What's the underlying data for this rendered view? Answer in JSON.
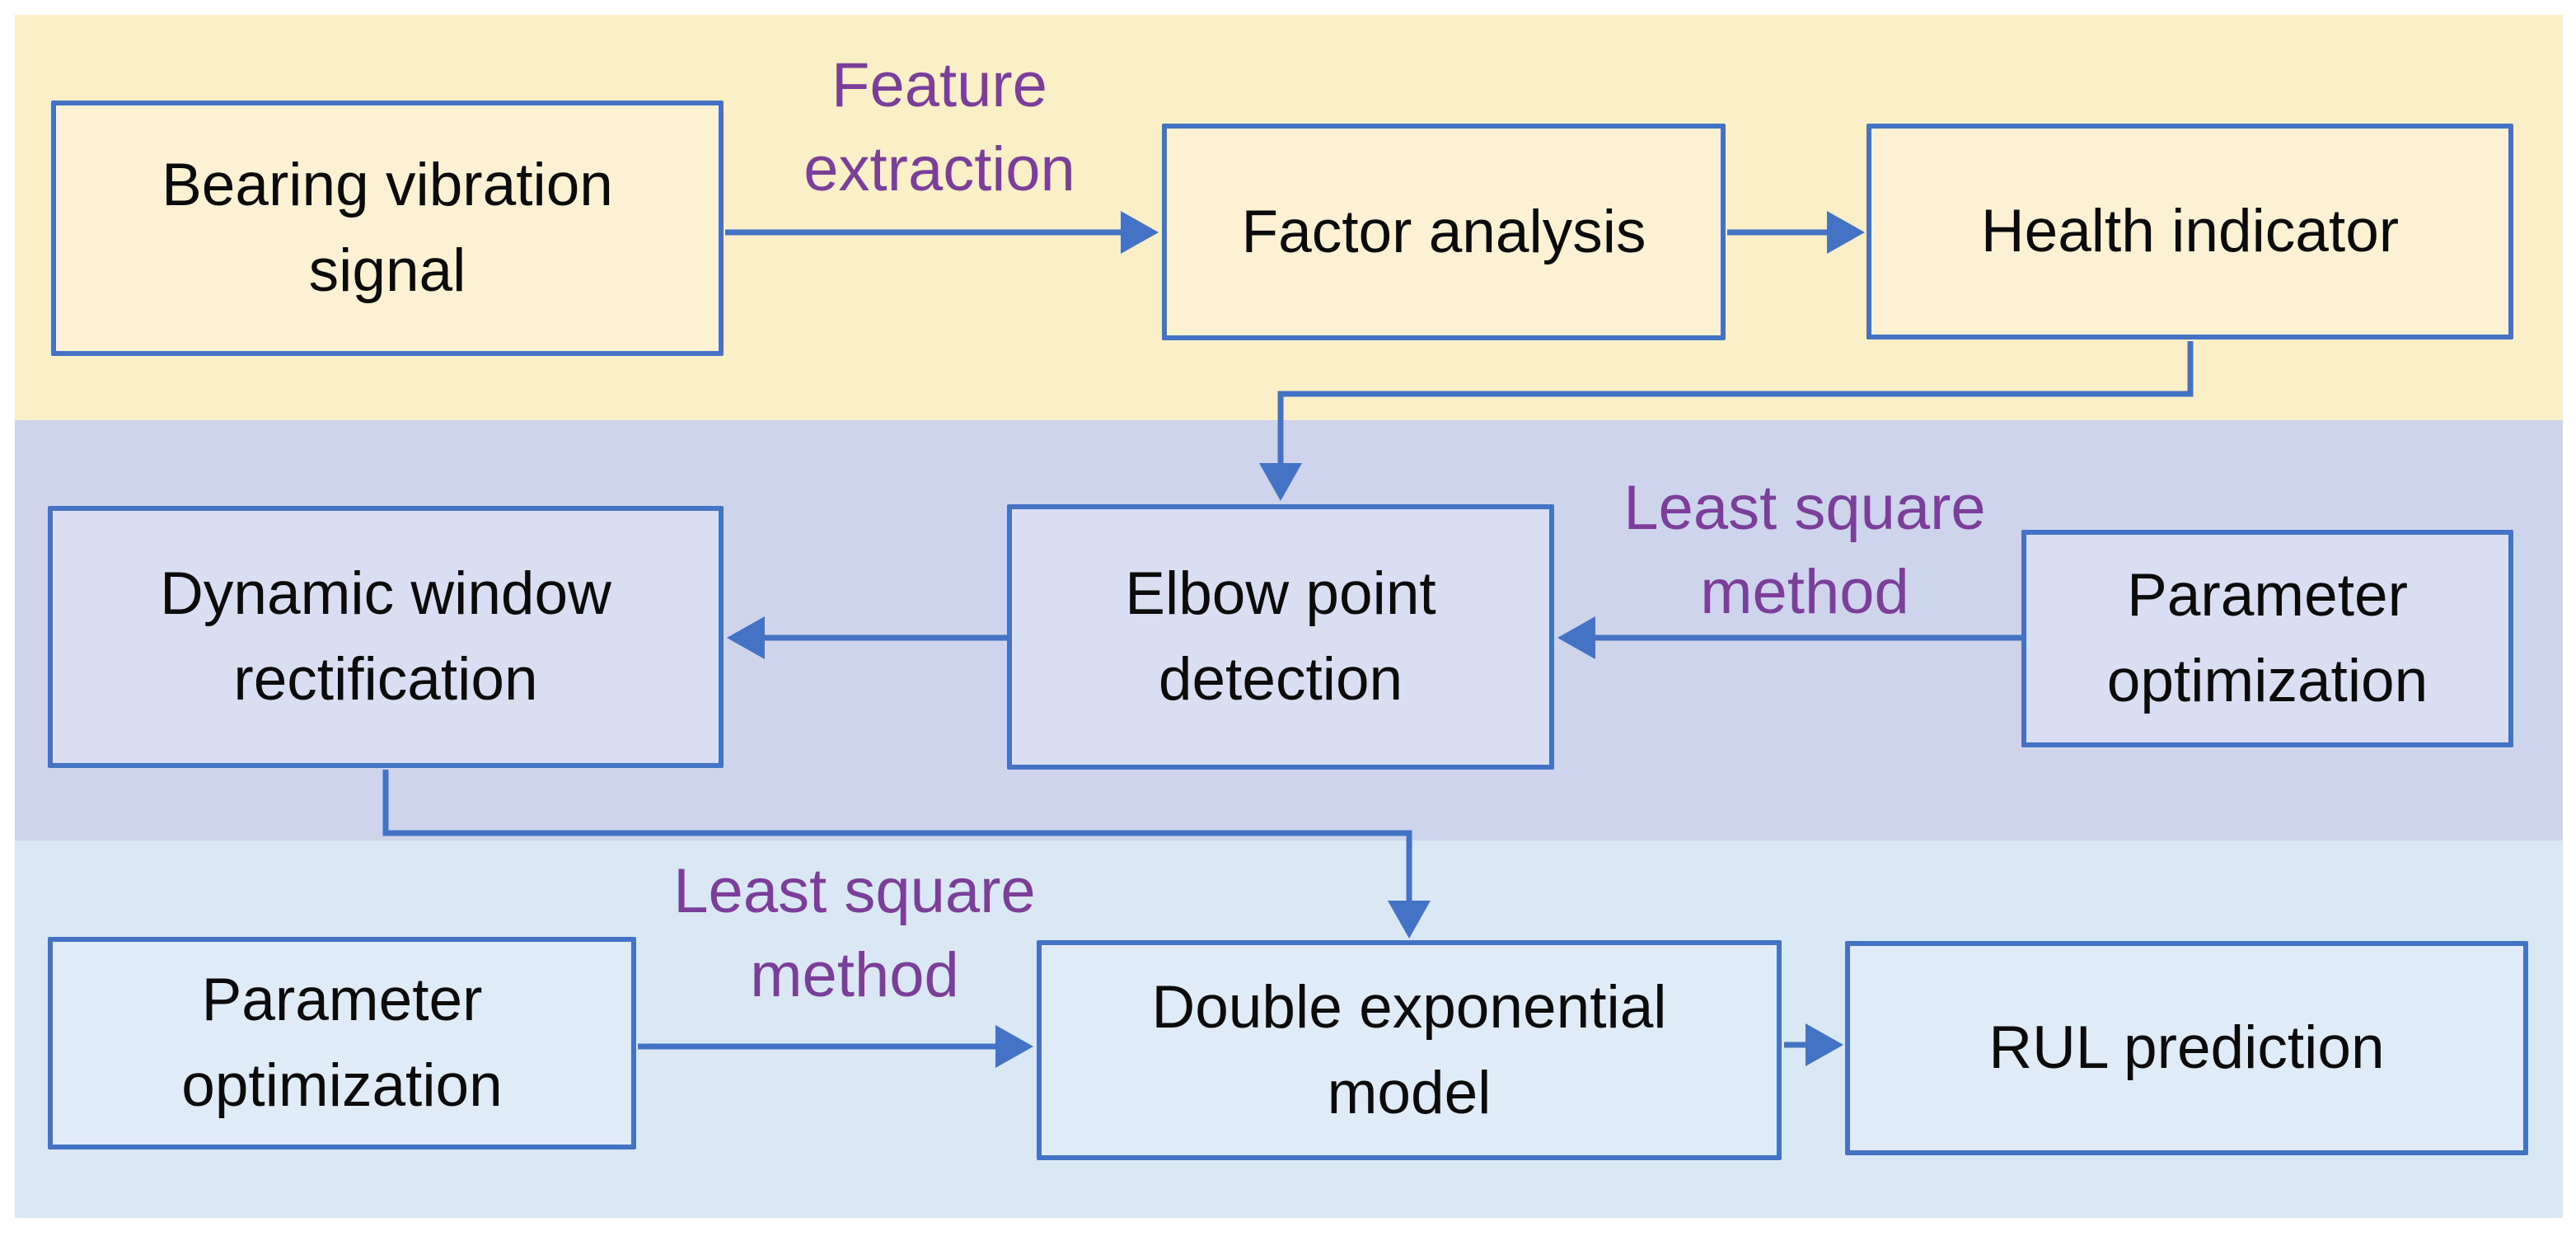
{
  "figure": {
    "type": "flowchart",
    "description_visible_text_only": true
  },
  "colors": {
    "accent_blue": "#4472c4",
    "annotation_purple": "#7c3f99",
    "band_top": "#fbefc8",
    "band_middle": "#cdd4ec",
    "band_bottom": "#dae7f5",
    "node_fill_top": "#fcf2d3",
    "node_fill_middle": "#d9def2",
    "node_fill_bottom": "#e0ebf8",
    "text_black": "#0b0b0b"
  },
  "nodes": {
    "bearing": {
      "lines": [
        "Bearing vibration",
        "signal"
      ]
    },
    "factor": {
      "lines": [
        "Factor analysis"
      ]
    },
    "health": {
      "lines": [
        "Health indicator"
      ]
    },
    "dynamic": {
      "lines": [
        "Dynamic window",
        "rectification"
      ]
    },
    "elbow": {
      "lines": [
        "Elbow point",
        "detection"
      ]
    },
    "param_mid": {
      "lines": [
        "Parameter",
        "optimization"
      ]
    },
    "param_bottom": {
      "lines": [
        "Parameter",
        "optimization"
      ]
    },
    "double_exp": {
      "lines": [
        "Double exponential",
        "model"
      ]
    },
    "rul": {
      "lines": [
        "RUL prediction"
      ]
    }
  },
  "labels": {
    "feature_extraction": {
      "lines": [
        "Feature",
        "extraction"
      ]
    },
    "least_square_mid": {
      "lines": [
        "Least square",
        "method"
      ]
    },
    "least_square_bottom": {
      "lines": [
        "Least square",
        "method"
      ]
    }
  }
}
